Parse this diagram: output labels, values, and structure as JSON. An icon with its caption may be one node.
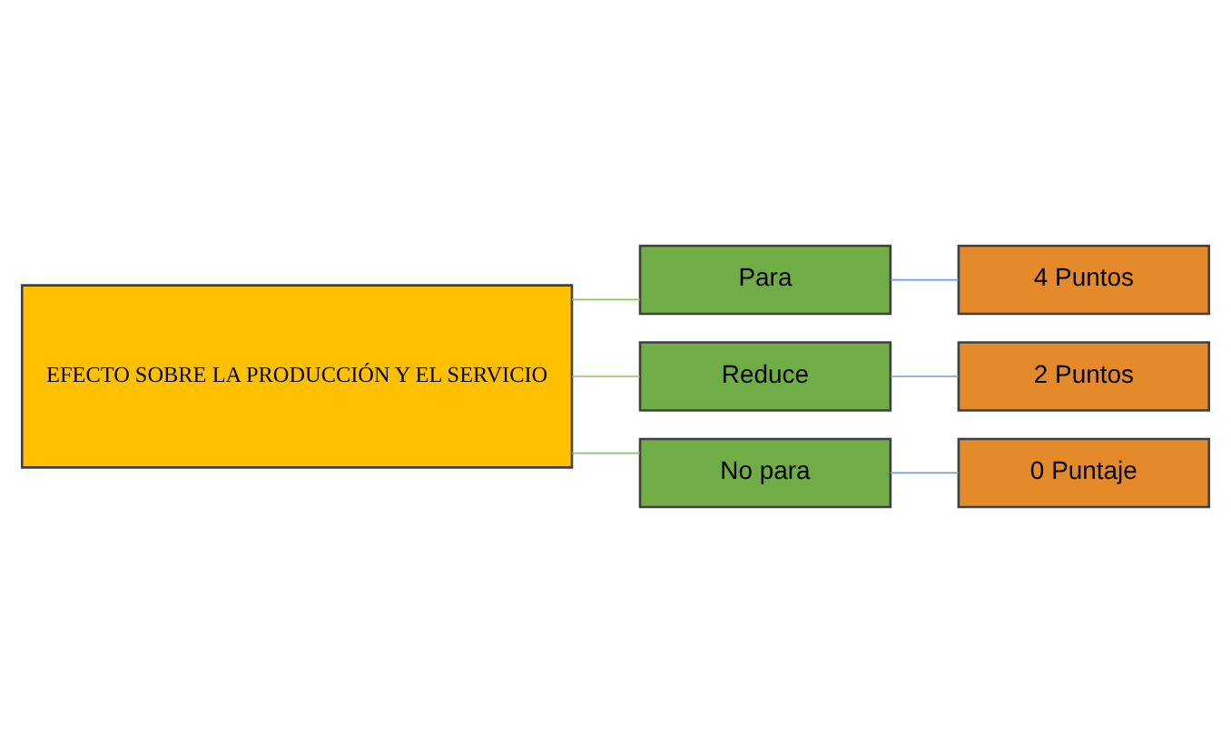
{
  "diagram": {
    "nodes": [
      {
        "text": [
          "EFECTO SOBRE LA PRODUCCIÓN Y EL SERVICIO"
        ]
      },
      {
        "text": [
          "Para"
        ]
      },
      {
        "text": [
          "Reduce"
        ]
      },
      {
        "text": [
          "No para"
        ]
      },
      {
        "text": [
          "4 Puntos"
        ]
      },
      {
        "text": [
          "2 Puntos"
        ]
      },
      {
        "text": [
          "0 Puntaje"
        ]
      }
    ],
    "edges": [
      {
        "from": 0,
        "to": 1,
        "arrow": "none",
        "color": "#8fbf6a"
      },
      {
        "from": 0,
        "to": 2,
        "arrow": "none",
        "color": "#8fbf6a"
      },
      {
        "from": 0,
        "to": 3,
        "arrow": "none",
        "color": "#8fbf6a"
      },
      {
        "from": 1,
        "to": 4,
        "arrow": "none",
        "color": "#6f9fd0"
      },
      {
        "from": 2,
        "to": 5,
        "arrow": "none",
        "color": "#6f9fd0"
      },
      {
        "from": 3,
        "to": 6,
        "arrow": "none",
        "color": "#6f9fd0"
      }
    ]
  }
}
